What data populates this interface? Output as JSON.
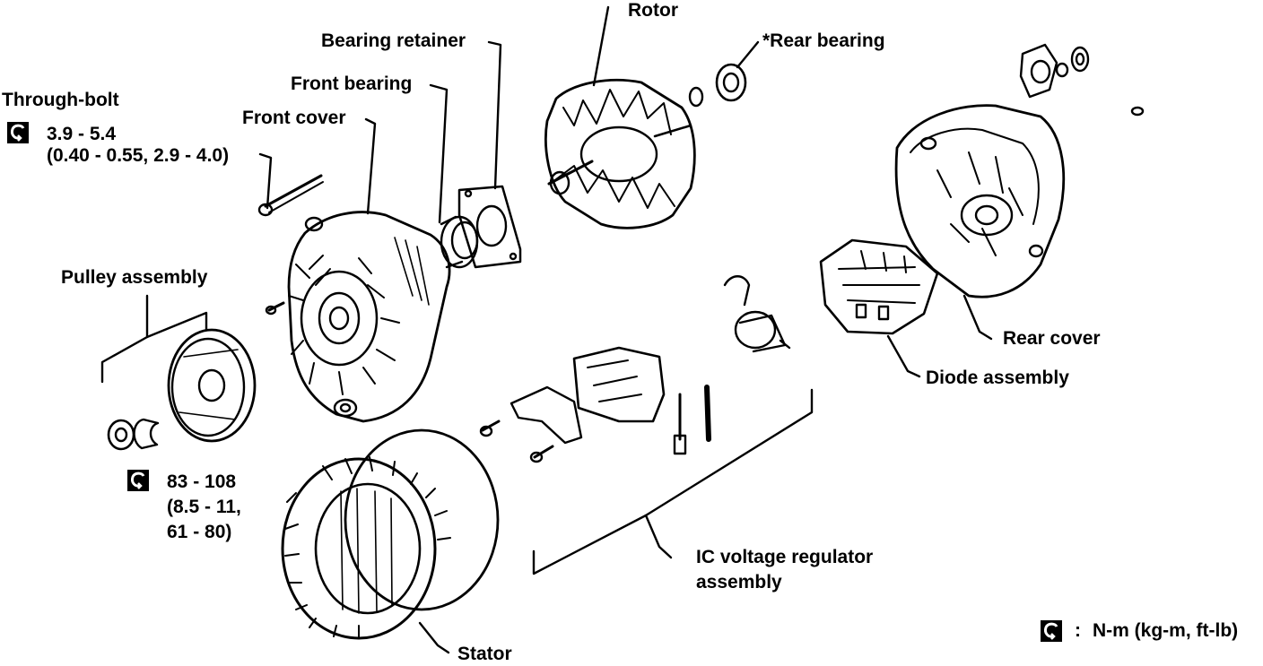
{
  "labels": {
    "rotor": "Rotor",
    "rear_bearing": "*Rear bearing",
    "bearing_retainer": "Bearing retainer",
    "front_bearing": "Front bearing",
    "front_cover": "Front cover",
    "through_bolt": "Through-bolt",
    "pulley_assembly": "Pulley assembly",
    "rear_cover": "Rear cover",
    "diode_assembly": "Diode assembly",
    "ic_regulator_line1": "IC voltage regulator",
    "ic_regulator_line2": "assembly",
    "stator": "Stator"
  },
  "torque": {
    "through_bolt_line1": "3.9 - 5.4",
    "through_bolt_line2": "(0.40 - 0.55, 2.9 - 4.0)",
    "pulley_line1": "83 - 108",
    "pulley_line2": "(8.5 - 11,",
    "pulley_line3": "61 - 80)"
  },
  "legend": {
    "separator": ":",
    "units": "N-m (kg-m, ft-lb)"
  },
  "icons": {
    "torque": "torque-wrench-icon"
  }
}
